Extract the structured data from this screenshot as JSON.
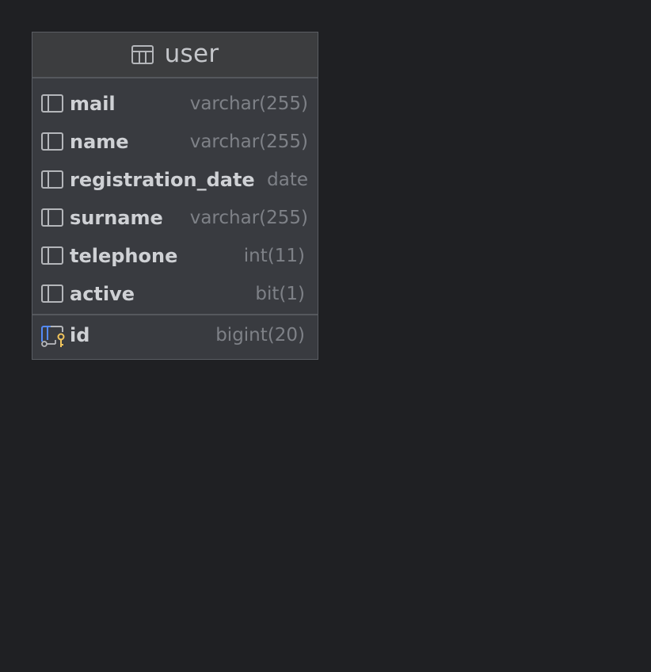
{
  "table": {
    "name": "user",
    "columns": [
      {
        "name": "mail",
        "type": "varchar(255)"
      },
      {
        "name": "name",
        "type": "varchar(255)"
      },
      {
        "name": "registration_date",
        "type": "date"
      },
      {
        "name": "surname",
        "type": "varchar(255)"
      },
      {
        "name": "telephone",
        "type": "int(11)"
      },
      {
        "name": "active",
        "type": "bit(1)"
      }
    ],
    "primary_keys": [
      {
        "name": "id",
        "type": "bigint(20)"
      }
    ]
  },
  "colors": {
    "background": "#1f2023",
    "node": "#393b40",
    "key_accent": "#f2c55c",
    "pk_column_accent": "#548af7"
  },
  "icons": {
    "table": "table-icon",
    "column": "column-icon",
    "primary_key": "primary-key-icon"
  }
}
